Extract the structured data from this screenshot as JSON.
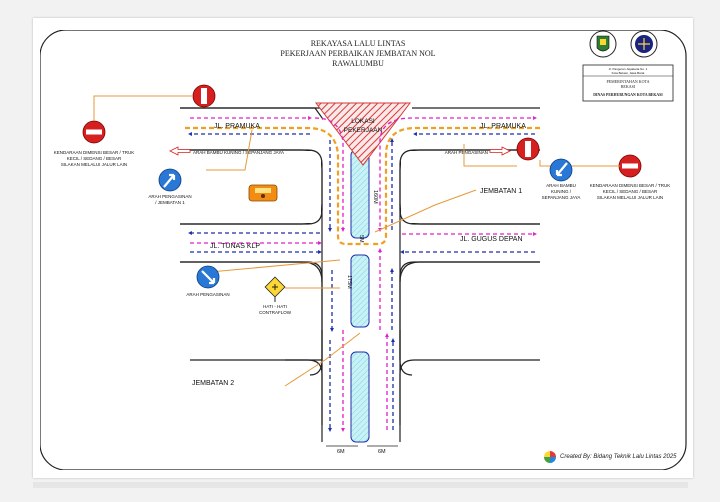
{
  "title": {
    "line1": "REKAYASA LALU LINTAS",
    "line2": "PEKERJAAN PERBAIKAN JEMBATAN NOL",
    "line3": "RAWALUMBU"
  },
  "header_box": {
    "address1": "Jl. Pangeran Jayakarta No. 1",
    "address2": "Kota Bekasi, Jawa Barat",
    "gov1": "PEMERINTAHAN KOTA",
    "gov2": "BEKASI",
    "dept": "DINAS PERHUBUNGAN KOTA BEKASI"
  },
  "roads": {
    "pramuka_left": "JL. PRAMUKA",
    "pramuka_right": "JL. PRAMUKA",
    "tunas": "JL. TUNAS KLP",
    "gugus": "JL. GUGUS DEPAN"
  },
  "work_zone": {
    "line1": "LOKASI",
    "line2": "PEKERJAAN"
  },
  "labels": {
    "jembatan1": "JEMBATAN 1",
    "jembatan2": "JEMBATAN 2",
    "bambu_top": "ARAH BAMBU KUNING / SEPANJANG JAYA",
    "pengasinan_top": "ARAH PENGASINAN",
    "left_vehicle_note": [
      "KENDARAAN DIMENSI BESAR / TRUK",
      "KECIL / SEDANG / BESAR",
      "SILAKAN MELALUI JALUR LAIN"
    ],
    "right_vehicle_note": [
      "KENDARAAN DIMENSI BESAR / TRUK",
      "KECIL / SEDANG / BESAR",
      "SILAKAN MELALUI JALUR LAIN"
    ],
    "pengasinan_j1": [
      "ARAH PENGASINAN",
      "/ JEMBATAN 1"
    ],
    "bambu_right": [
      "ARAH BAMBU",
      "KUNING /",
      "SEPANJANG JAYA"
    ],
    "pengasinan_left": "ARAH PENGASINAN",
    "hati_hati": [
      "HATI - HATI",
      "CONTRAFLOW"
    ]
  },
  "dimensions": {
    "width_6m_a": "6M",
    "width_6m_b": "6M",
    "width_5m": "5M",
    "length_175m": "175M",
    "length_160m": "160M"
  },
  "credit": "Created By: Bidang Teknik Lalu Lintas 2025",
  "colors": {
    "flow_blue": "#1d2fa8",
    "flow_magenta": "#e020c8",
    "detour_orange": "#f0a020",
    "leader_orange": "#e59a3a",
    "median_cyan": "#bfeff5",
    "work_red": "#d63a3a",
    "sign_red": "#d62020",
    "sign_blue": "#2a78d6",
    "info_orange": "#f28c13"
  },
  "icons": [
    "no-entry-icon",
    "no-entry-no-right-turn-icon",
    "keep-direction-icon",
    "caution-sign-icon",
    "lantern-barrier-icon",
    "arrow-left-icon",
    "arrow-right-icon",
    "regional-seal-icon",
    "dishub-logo-icon"
  ]
}
